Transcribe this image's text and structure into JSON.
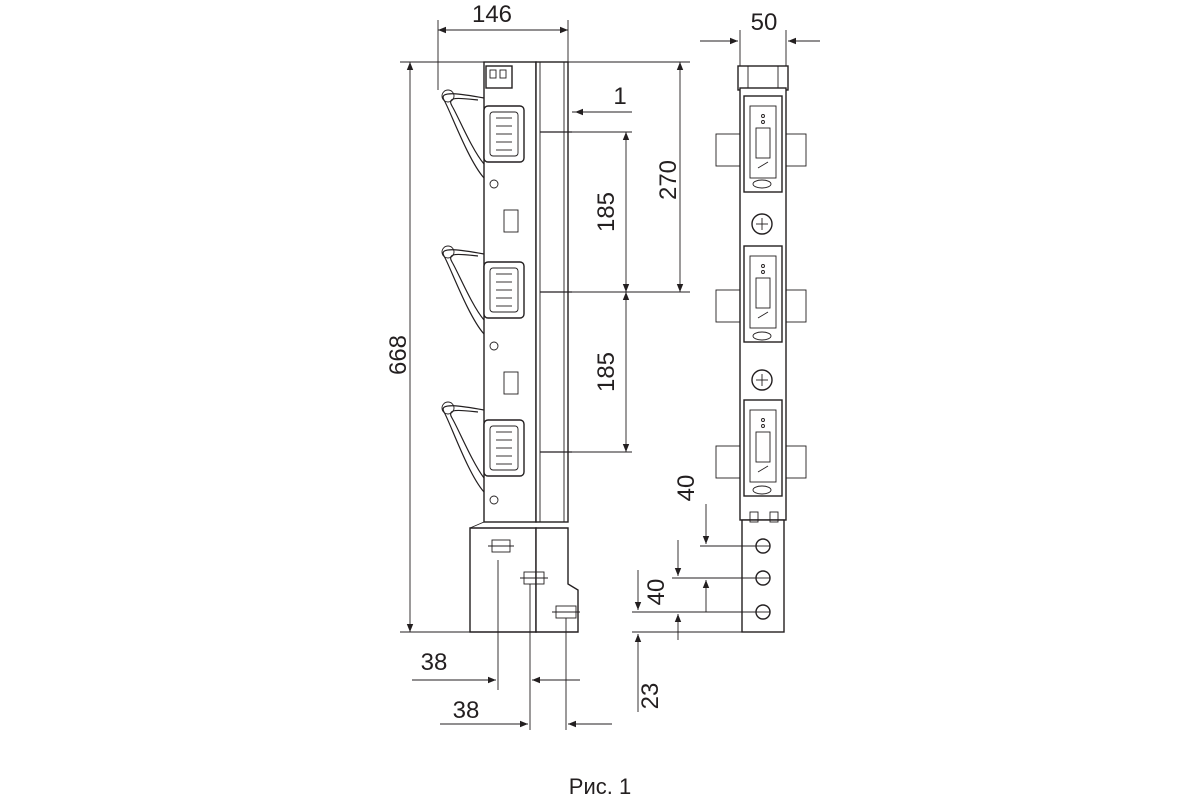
{
  "dimensions": {
    "width_side": "146",
    "width_front": "50",
    "gap_top": "1",
    "pitch_upper": "185",
    "pitch_lower": "185",
    "height_to_second": "270",
    "total_height": "668",
    "bottom_offset_1": "38",
    "bottom_offset_2": "38",
    "hole_spacing_top": "40",
    "hole_spacing_bottom": "40",
    "bottom_hole_offset": "23"
  },
  "caption": "Рис. 1",
  "colors": {
    "line": "#231f20",
    "background": "#ffffff",
    "shade": "#d9d9d9"
  }
}
